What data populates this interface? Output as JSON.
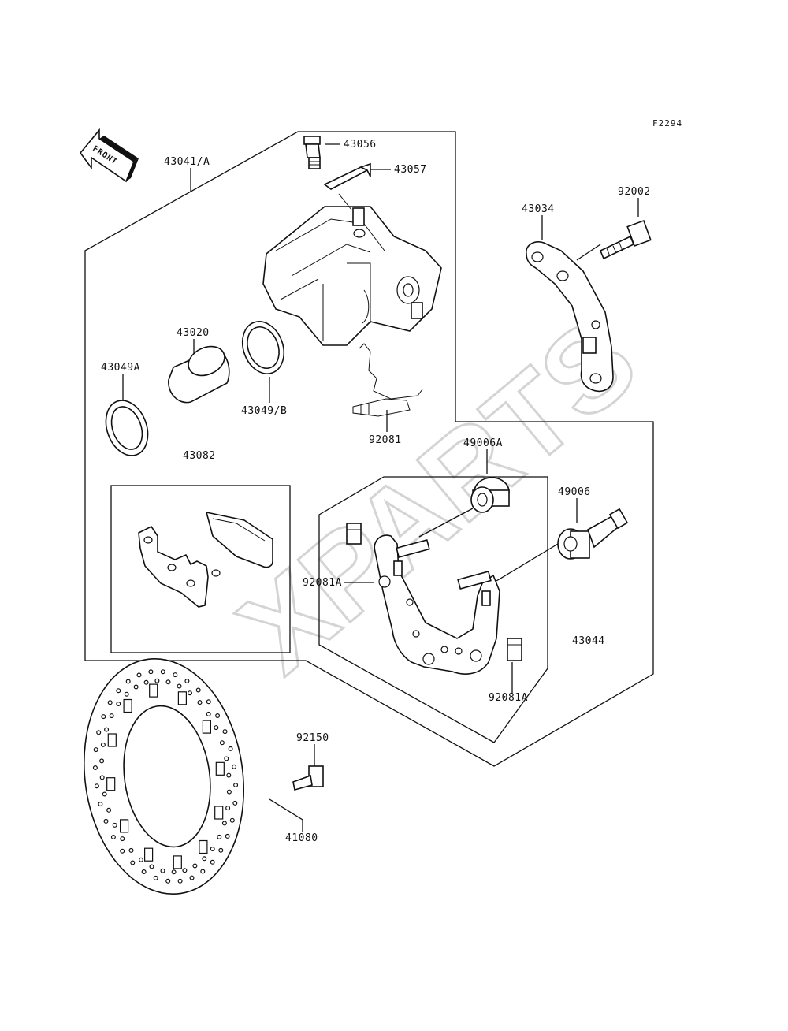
{
  "figure_code": "F2294",
  "watermark": "XPARTS",
  "front_badge": "FRONT",
  "parts": {
    "p43056": "43056",
    "p43057": "43057",
    "p43041A": "43041/A",
    "p92002": "92002",
    "p43034": "43034",
    "p43020": "43020",
    "p43049A": "43049A",
    "p43049B": "43049/B",
    "p92081": "92081",
    "p43082": "43082",
    "p49006A": "49006A",
    "p49006": "49006",
    "p92081A_left": "92081A",
    "p43044": "43044",
    "p92081A_bottom": "92081A",
    "p92150": "92150",
    "p41080": "41080"
  }
}
